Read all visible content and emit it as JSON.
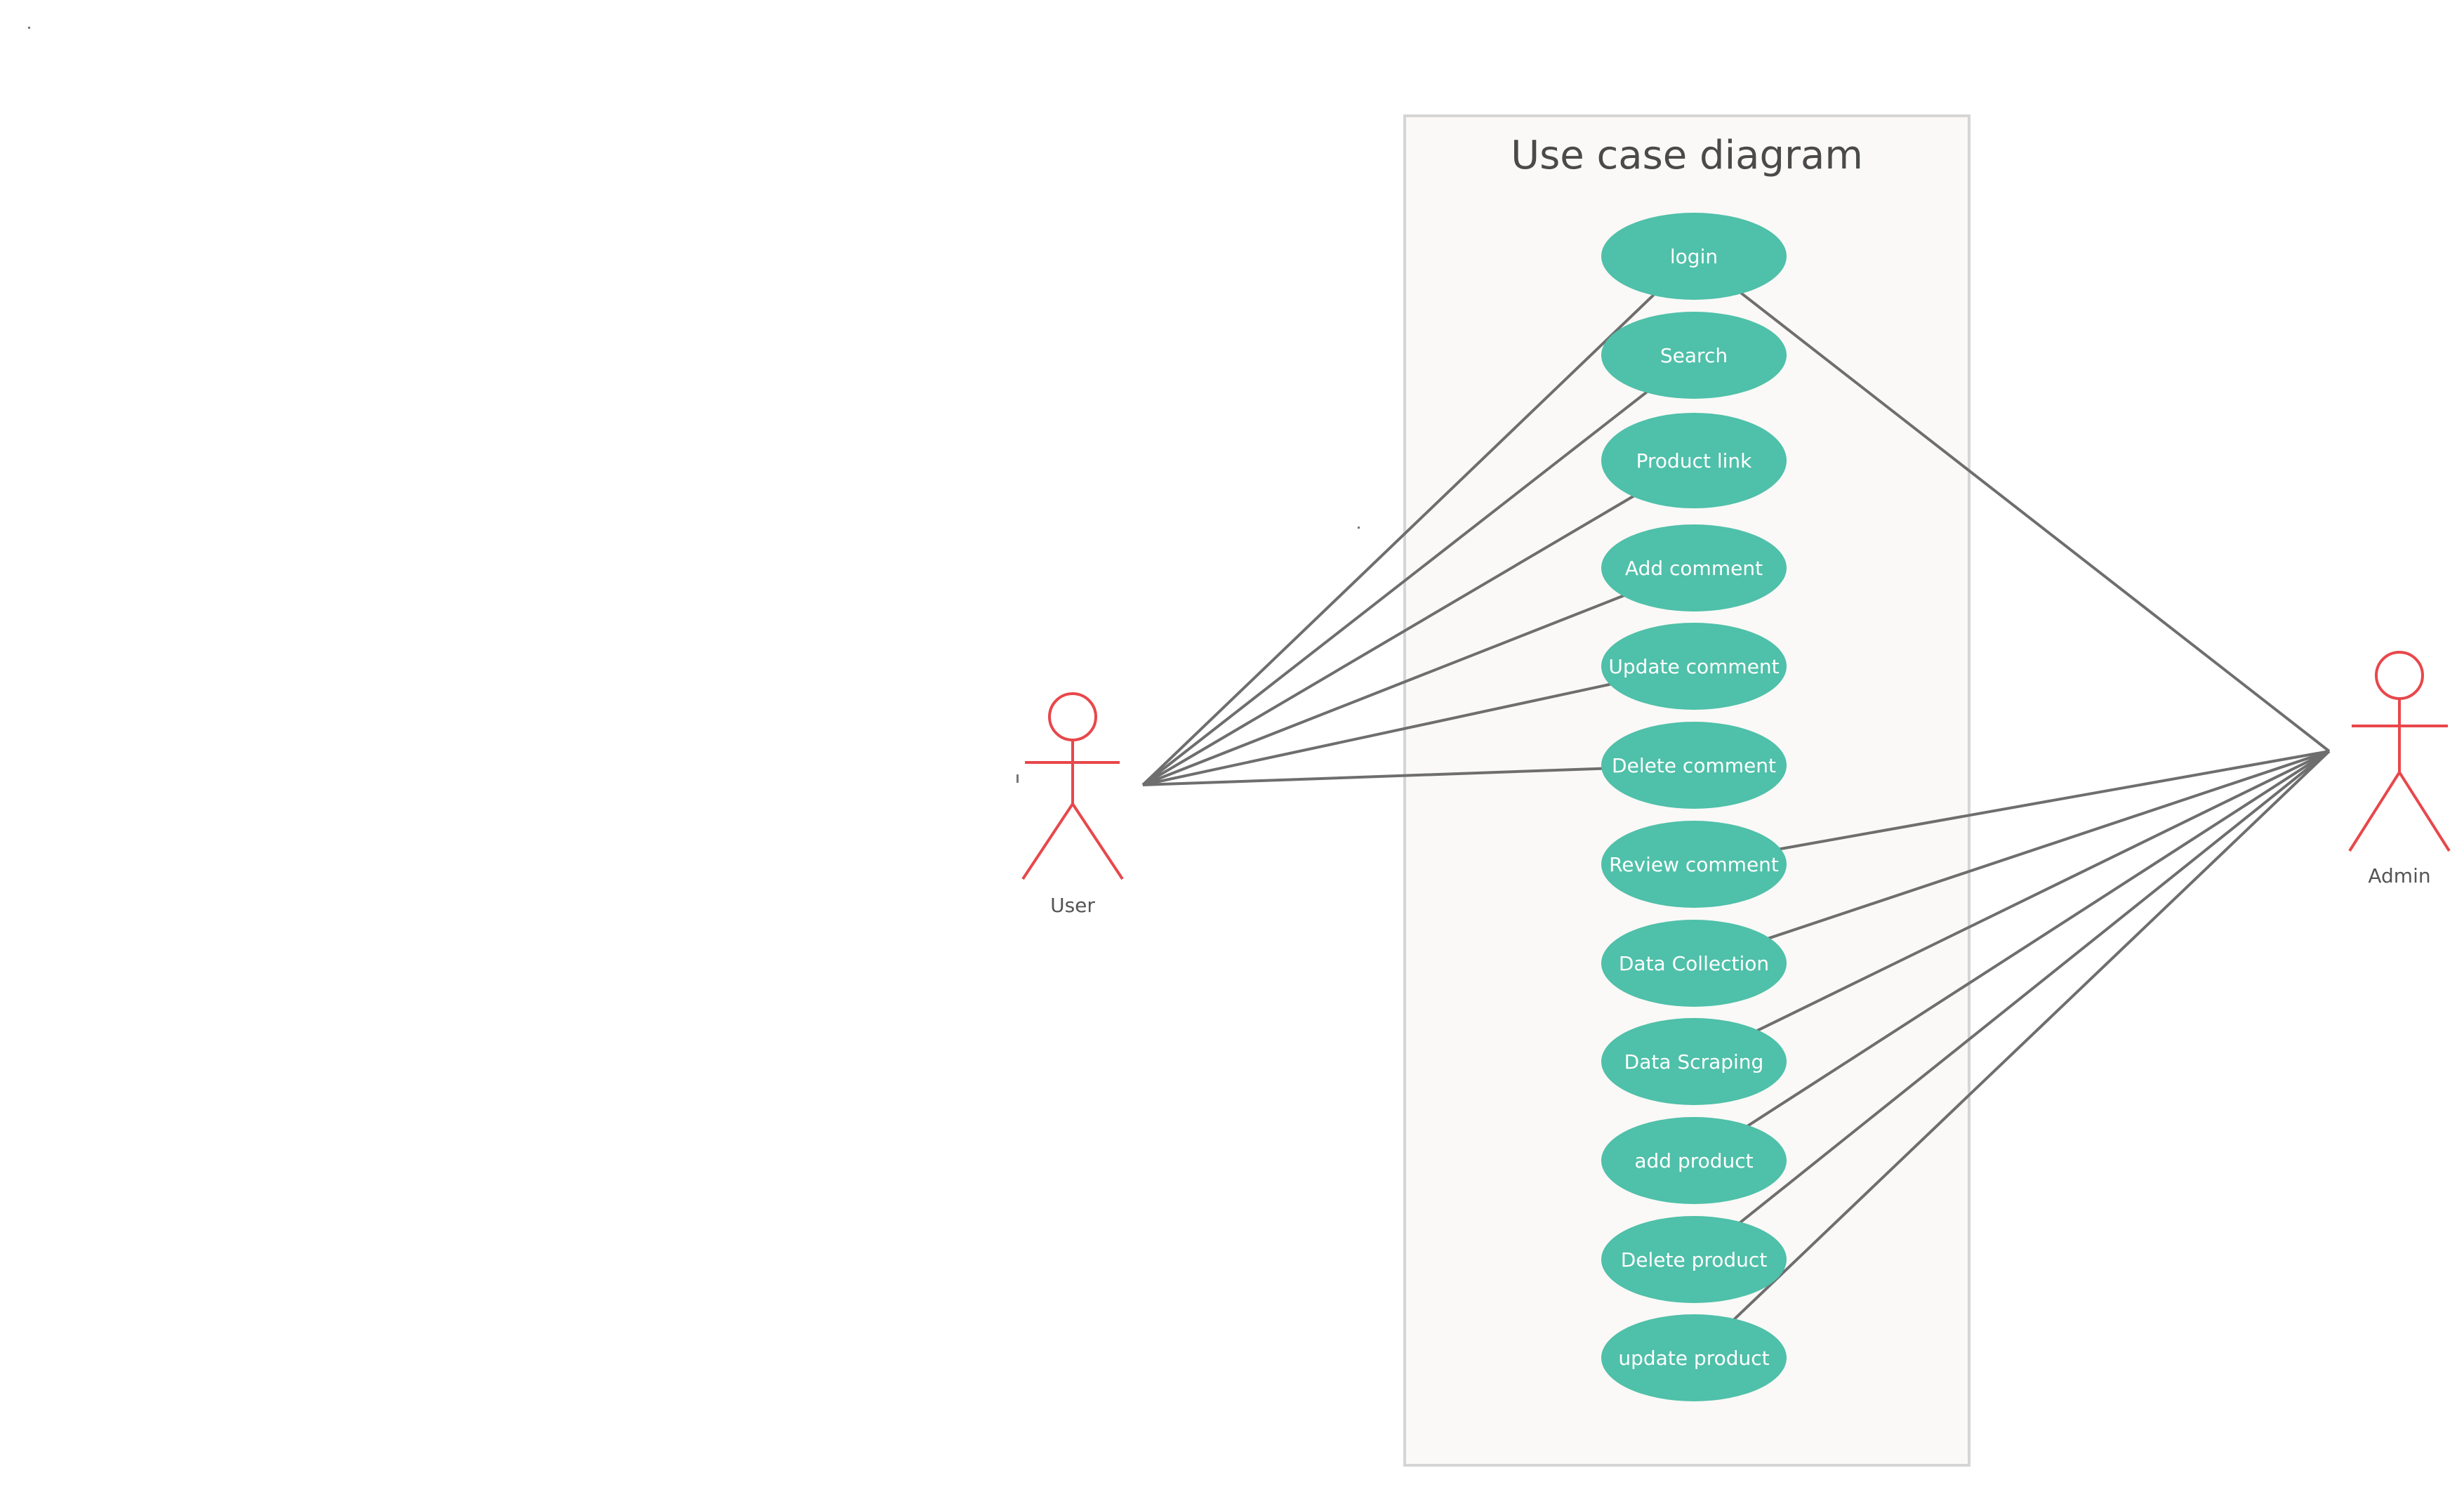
{
  "diagram": {
    "title": "Use case diagram"
  },
  "actors": {
    "user": {
      "label": "User"
    },
    "admin": {
      "label": "Admin"
    }
  },
  "use_cases": [
    {
      "id": "login",
      "label": "login"
    },
    {
      "id": "search",
      "label": "Search"
    },
    {
      "id": "product-link",
      "label": "Product link"
    },
    {
      "id": "add-comment",
      "label": "Add comment"
    },
    {
      "id": "update-comment",
      "label": "Update comment"
    },
    {
      "id": "delete-comment",
      "label": "Delete comment"
    },
    {
      "id": "review-comment",
      "label": "Review comment"
    },
    {
      "id": "data-collection",
      "label": "Data Collection"
    },
    {
      "id": "data-scraping",
      "label": "Data Scraping"
    },
    {
      "id": "add-product",
      "label": "add product"
    },
    {
      "id": "delete-product",
      "label": "Delete product"
    },
    {
      "id": "update-product",
      "label": "update product"
    }
  ],
  "associations": {
    "user": [
      "login",
      "search",
      "product-link",
      "add-comment",
      "update-comment",
      "delete-comment"
    ],
    "admin": [
      "login",
      "review-comment",
      "data-collection",
      "data-scraping",
      "add-product",
      "delete-product",
      "update-product"
    ]
  },
  "colors": {
    "use_case_fill": "#4fc0a9",
    "actor_stroke": "#e8474b",
    "line": "#6e6e6e",
    "system_fill": "#faf9f7",
    "system_border": "#d5d5d5"
  }
}
